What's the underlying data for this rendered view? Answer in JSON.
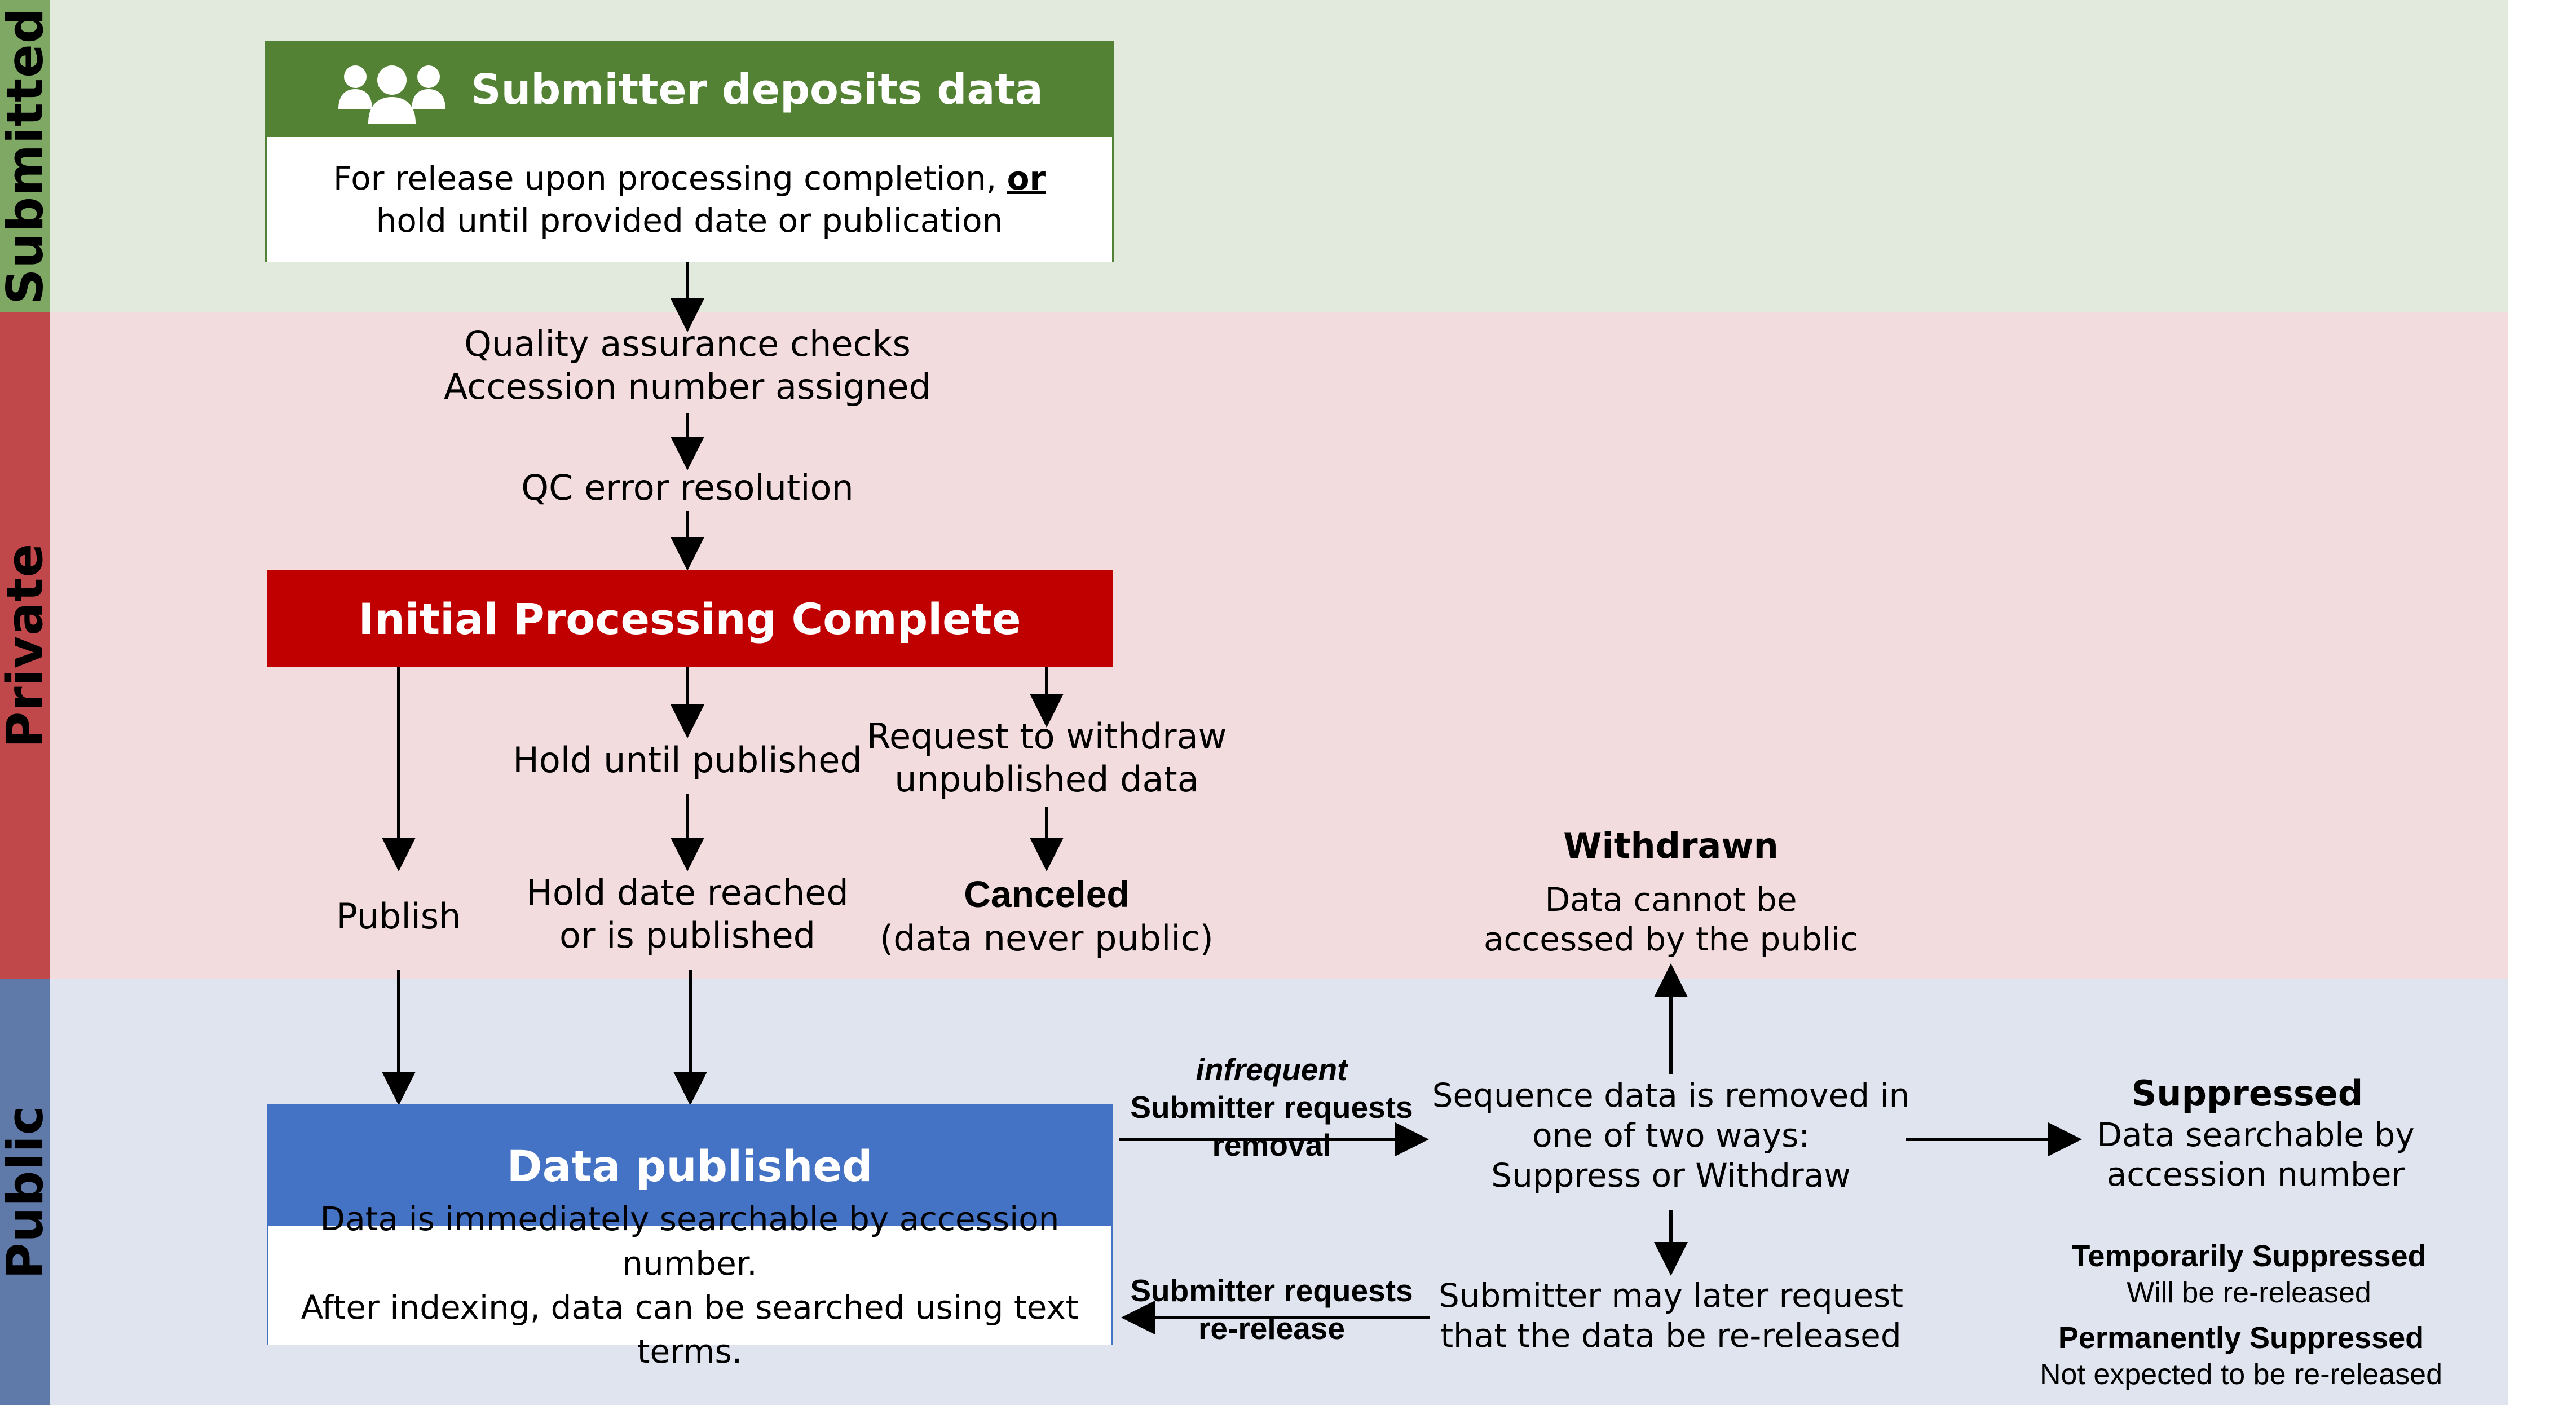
{
  "lanes": {
    "submitted": "Submitted",
    "private": "Private",
    "public": "Public"
  },
  "colors": {
    "submitted_strip": "#7fa864",
    "submitted_band": "#e2e9dd",
    "private_strip": "#c0484b",
    "private_band": "#f3dcdd",
    "public_strip": "#5f7aa8",
    "public_band": "#e0e4ef",
    "submitter_box": "#548235",
    "processing_box": "#c00000",
    "published_box": "#4472c4"
  },
  "submitter_box": {
    "icon": "people-group-icon",
    "title": "Submitter deposits data",
    "line1_prefix": "For release upon processing completion, ",
    "line1_emphasis": "or",
    "line2": "hold until provided date or publication"
  },
  "qa": {
    "line1": "Quality assurance checks",
    "line2": "Accession number assigned"
  },
  "qc_resolution": "QC error resolution",
  "processing_box": {
    "title": "Initial Processing Complete"
  },
  "publish": "Publish",
  "hold_until_published": "Hold until published",
  "hold_date": {
    "line1": "Hold date reached",
    "line2": "or is published"
  },
  "withdraw_request": {
    "line1": "Request to withdraw",
    "line2": "unpublished data"
  },
  "canceled": {
    "title": "Canceled",
    "subtitle": "(data never public)"
  },
  "withdrawn": {
    "title": "Withdrawn",
    "line1": "Data cannot be",
    "line2": "accessed by the public"
  },
  "published_box": {
    "title": "Data published",
    "line1": "Data is immediately searchable by accession number.",
    "line2": "After indexing, data can be searched using text terms."
  },
  "removal_request": {
    "qualifier": "infrequent",
    "line1": "Submitter requests",
    "line2": "removal"
  },
  "rerelease_request": {
    "line1": "Submitter requests",
    "line2": "re-release"
  },
  "removal_ways": {
    "line1": "Sequence data is removed in",
    "line2": "one of two ways:",
    "line3": "Suppress or Withdraw"
  },
  "later_request": {
    "line1": "Submitter may later request",
    "line2": "that the data be re-released"
  },
  "suppressed": {
    "title": "Suppressed",
    "line1": "Data searchable by",
    "line2": "accession number"
  },
  "temp_suppressed": {
    "title": "Temporarily Suppressed",
    "text": "Will be re-released"
  },
  "perm_suppressed": {
    "title": "Permanently Suppressed",
    "text": "Not expected to be re-released"
  }
}
